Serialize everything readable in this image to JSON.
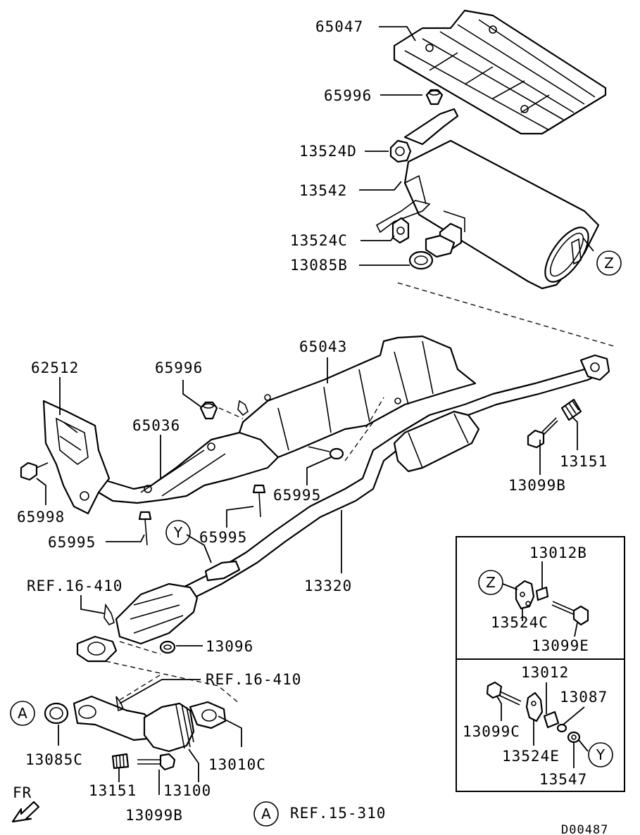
{
  "part_numbers": {
    "p65047": "65047",
    "p65996_top": "65996",
    "p13524D": "13524D",
    "p13542": "13542",
    "p13524C_top": "13524C",
    "p13085B": "13085B",
    "p62512": "62512",
    "p65996_mid": "65996",
    "p65043": "65043",
    "p65036": "65036",
    "p65998": "65998",
    "p65995_a": "65995",
    "p65995_b": "65995",
    "p65995_c": "65995",
    "p13151_right": "13151",
    "p13099B_right": "13099B",
    "p13320": "13320",
    "p13096": "13096",
    "p13085C": "13085C",
    "p13151_bottom": "13151",
    "p13099B_bottom": "13099B",
    "p13100": "13100",
    "p13010C": "13010C"
  },
  "references": {
    "ref_16_410_a": "REF.16-410",
    "ref_16_410_b": "REF.16-410",
    "ref_15_310": "REF.15-310"
  },
  "inset_top": {
    "p13012B": "13012B",
    "p13524C": "13524C",
    "p13099E": "13099E",
    "marker": "Z"
  },
  "inset_bottom": {
    "p13012": "13012",
    "p13087": "13087",
    "p13099C": "13099C",
    "p13524E": "13524E",
    "p13547": "13547",
    "marker": "Y"
  },
  "markers": {
    "z": "Z",
    "y": "Y",
    "a": "A",
    "a_ref": "A"
  },
  "direction": "FR",
  "diagram_code": "D00487"
}
